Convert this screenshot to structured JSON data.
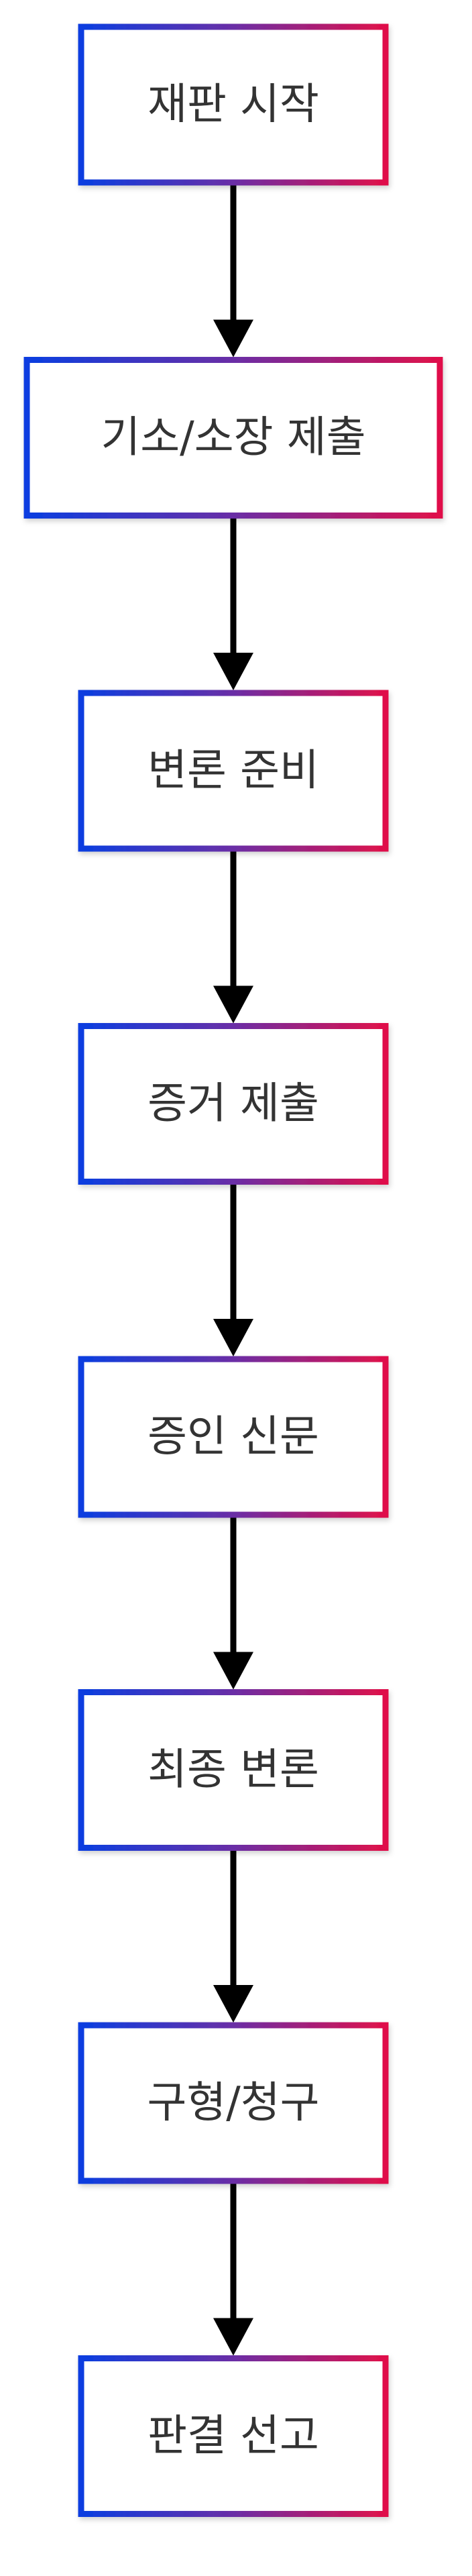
{
  "diagram": {
    "type": "flowchart",
    "direction": "top-to-bottom",
    "node_border_gradient": [
      "#0a3ee0",
      "#6a2ea6",
      "#e0104a"
    ],
    "node_fill": "#ffffff",
    "arrow_color": "#000000",
    "nodes": [
      {
        "id": "n1",
        "label": "재판 시작"
      },
      {
        "id": "n2",
        "label": "기소/소장 제출"
      },
      {
        "id": "n3",
        "label": "변론 준비"
      },
      {
        "id": "n4",
        "label": "증거 제출"
      },
      {
        "id": "n5",
        "label": "증인 신문"
      },
      {
        "id": "n6",
        "label": "최종 변론"
      },
      {
        "id": "n7",
        "label": "구형/청구"
      },
      {
        "id": "n8",
        "label": "판결 선고"
      }
    ],
    "edges": [
      {
        "from": "n1",
        "to": "n2"
      },
      {
        "from": "n2",
        "to": "n3"
      },
      {
        "from": "n3",
        "to": "n4"
      },
      {
        "from": "n4",
        "to": "n5"
      },
      {
        "from": "n5",
        "to": "n6"
      },
      {
        "from": "n6",
        "to": "n7"
      },
      {
        "from": "n7",
        "to": "n8"
      }
    ]
  }
}
